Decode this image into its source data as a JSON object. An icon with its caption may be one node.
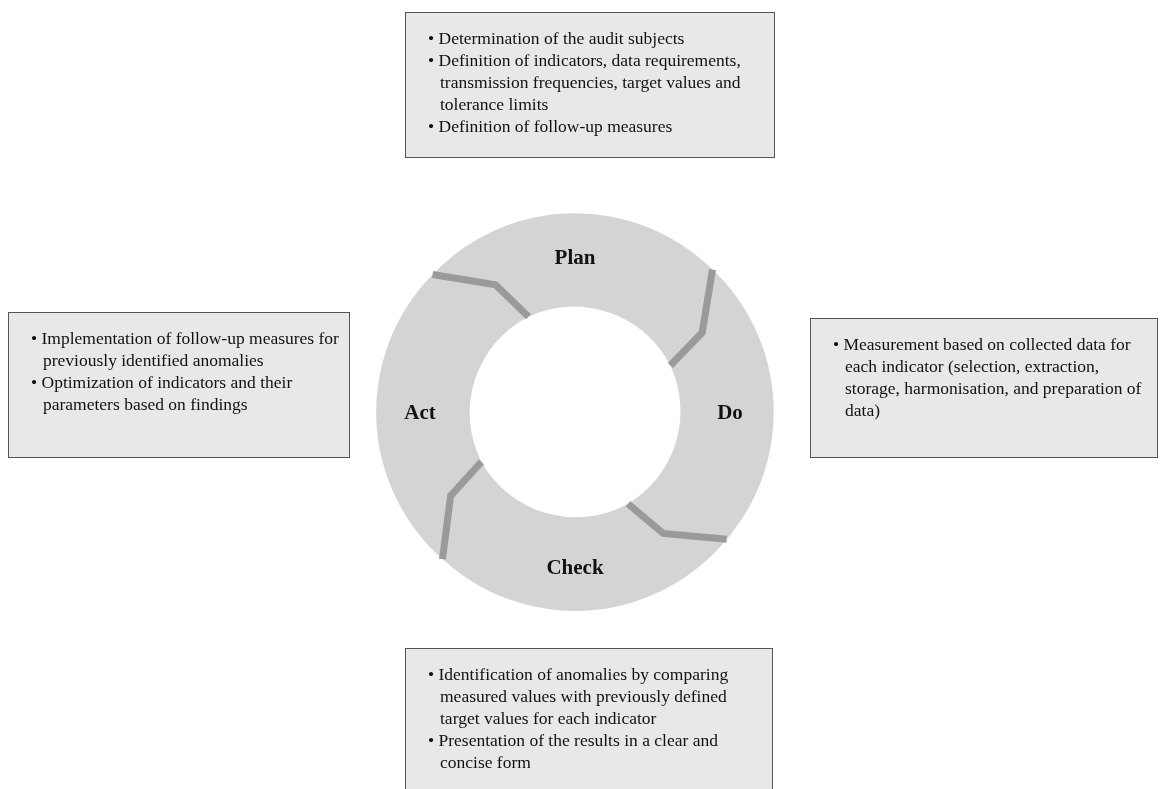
{
  "diagram": {
    "nodes": [
      {
        "text": [
          "• Determination of the audit subjects",
          "• Definition of indicators, data requirements, transmission frequencies, target values and tolerance limits",
          "• Definition of follow-up measures"
        ]
      },
      {
        "text": [
          "• Implementation of follow-up measures for previously identified anomalies",
          "• Optimization of indicators and their parameters based on findings"
        ]
      },
      {
        "text": [
          "• Measurement based on collected data for each indicator (selection, extraction, storage, harmonisation, and preparation of data)"
        ]
      },
      {
        "text": [
          "• Identification of anomalies by comparing measured values with previously defined target values for each indicator",
          "• Presentation of the results in a clear and concise form"
        ]
      },
      {
        "text": [
          "Plan"
        ]
      },
      {
        "text": [
          "Act"
        ]
      },
      {
        "text": [
          "Do"
        ]
      },
      {
        "text": [
          "Check"
        ]
      }
    ]
  }
}
